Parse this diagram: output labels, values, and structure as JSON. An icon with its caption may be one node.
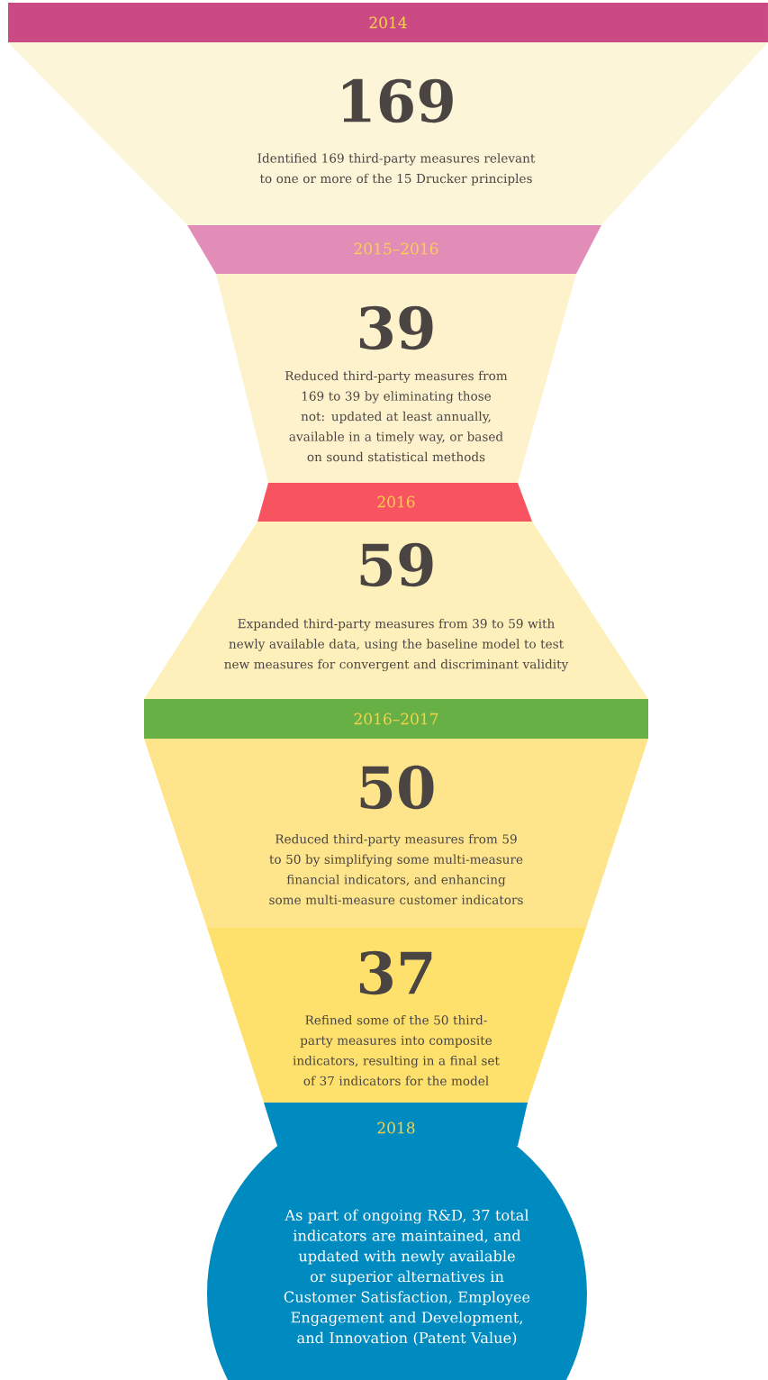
{
  "diagram": {
    "nodes": [
      {
        "text": [
          "2014"
        ]
      },
      {
        "text": [
          "169",
          "Identified 169 third-party measures relevant to one or more of the 15 Drucker principles"
        ]
      },
      {
        "text": [
          "2015–2016"
        ]
      },
      {
        "text": [
          "39",
          "Reduced third-party measures from 169 to 39 by eliminating those not: updated at least annually, available in a timely way, or based on sound statistical methods"
        ]
      },
      {
        "text": [
          "2016"
        ]
      },
      {
        "text": [
          "59",
          "Expanded third-party measures from 39 to 59 with newly available data, using the baseline model to test new measures for convergent and discriminant validity"
        ]
      },
      {
        "text": [
          "2016–2017"
        ]
      },
      {
        "text": [
          "50",
          "Reduced third-party measures from 59 to 50 by simplifying some multi-measure financial indicators, and enhancing some multi-measure customer indicators"
        ]
      },
      {
        "text": [
          "37",
          "Refined some of the 50 third-party measures into composite indicators, resulting in a final set of 37 indicators for the model"
        ]
      },
      {
        "text": [
          "2018",
          "As part of ongoing R&D, 37 total indicators are maintained, and updated with newly available or superior alternatives in Customer Satisfaction, Employee Engagement and Development, and Innovation (Patent Value)"
        ]
      }
    ]
  }
}
